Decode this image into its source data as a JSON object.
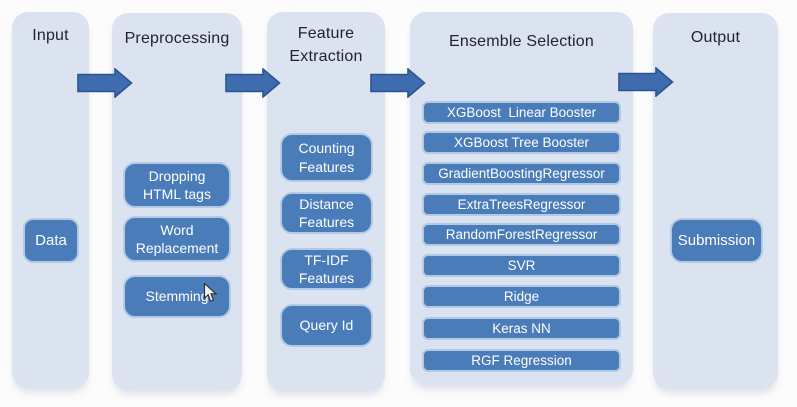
{
  "diagram": {
    "columns": [
      {
        "title": "Input",
        "items": [
          "Data"
        ]
      },
      {
        "title": "Preprocessing",
        "items": [
          "Dropping HTML tags",
          "Word Replacement",
          "Stemming"
        ]
      },
      {
        "title": "Feature Extraction",
        "items": [
          "Counting Features",
          "Distance Features",
          "TF-IDF Features",
          "Query Id"
        ]
      },
      {
        "title": "Ensemble Selection",
        "items": [
          "XGBoost  Linear Booster",
          "XGBoost Tree Booster",
          "GradientBoostingRegressor",
          "ExtraTreesRegressor",
          "RandomForestRegressor",
          "SVR",
          "Ridge",
          "Keras NN",
          "RGF Regression"
        ]
      },
      {
        "title": "Output",
        "items": [
          "Submission"
        ]
      }
    ],
    "colors": {
      "panel_fill": "#dbe3f0",
      "node_fill": "#4a7cb9",
      "node_border": "#b3cae4",
      "arrow_fill": "#3e6cae",
      "arrow_border": "#2b5591",
      "title_text": "#21242e",
      "node_text": "#ffffff"
    }
  }
}
